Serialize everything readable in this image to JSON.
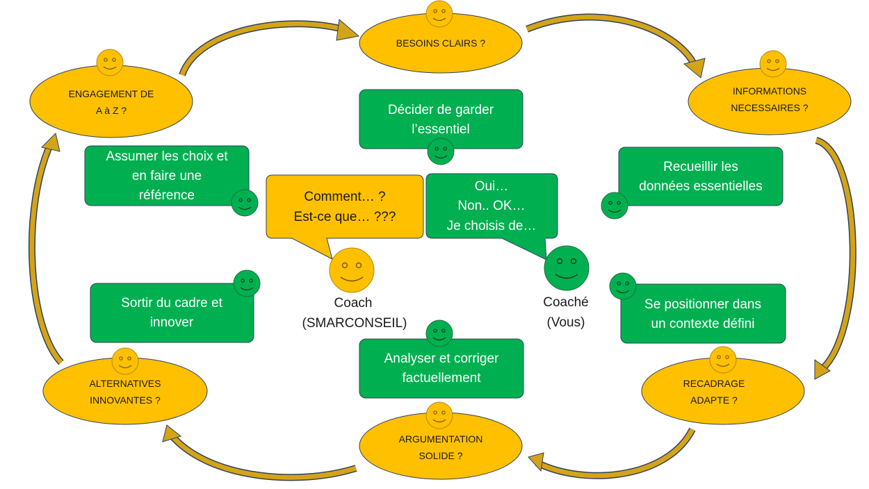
{
  "colors": {
    "gold": "#FFC000",
    "green": "#00B050",
    "outline": "#2F3F5A",
    "arrow": "#D4A418"
  },
  "stages": [
    {
      "id": "besoins",
      "line1": "BESOINS CLAIRS ?",
      "line2": ""
    },
    {
      "id": "informations",
      "line1": "INFORMATIONS",
      "line2": "NECESSAIRES ?"
    },
    {
      "id": "recadrage",
      "line1": "RECADRAGE",
      "line2": "ADAPTE ?"
    },
    {
      "id": "argumentation",
      "line1": "ARGUMENTATION",
      "line2": "SOLIDE ?"
    },
    {
      "id": "alternatives",
      "line1": "ALTERNATIVES",
      "line2": "INNOVANTES ?"
    },
    {
      "id": "engagement",
      "line1": "ENGAGEMENT DE",
      "line2": "A à Z ?"
    }
  ],
  "actions": [
    {
      "id": "decider",
      "lines": [
        "Décider de garder",
        "l’essentiel"
      ]
    },
    {
      "id": "recueillir",
      "lines": [
        "Recueillir les",
        "données essentielles"
      ]
    },
    {
      "id": "positionner",
      "lines": [
        "Se positionner dans",
        "un contexte défini"
      ]
    },
    {
      "id": "analyser",
      "lines": [
        "Analyser et corriger",
        "factuellement"
      ]
    },
    {
      "id": "sortir",
      "lines": [
        "Sortir du cadre et",
        "innover"
      ]
    },
    {
      "id": "assumer",
      "lines": [
        "Assumer les choix et",
        "en faire une",
        "référence"
      ]
    }
  ],
  "coach": {
    "speech": [
      "Comment… ?",
      "Est-ce que… ???"
    ],
    "name": "Coach",
    "company": "(SMARCONSEIL)"
  },
  "coachee": {
    "speech": [
      "Oui…",
      "Non.. OK…",
      "Je choisis de…"
    ],
    "name": "Coaché",
    "role": "(Vous)"
  }
}
